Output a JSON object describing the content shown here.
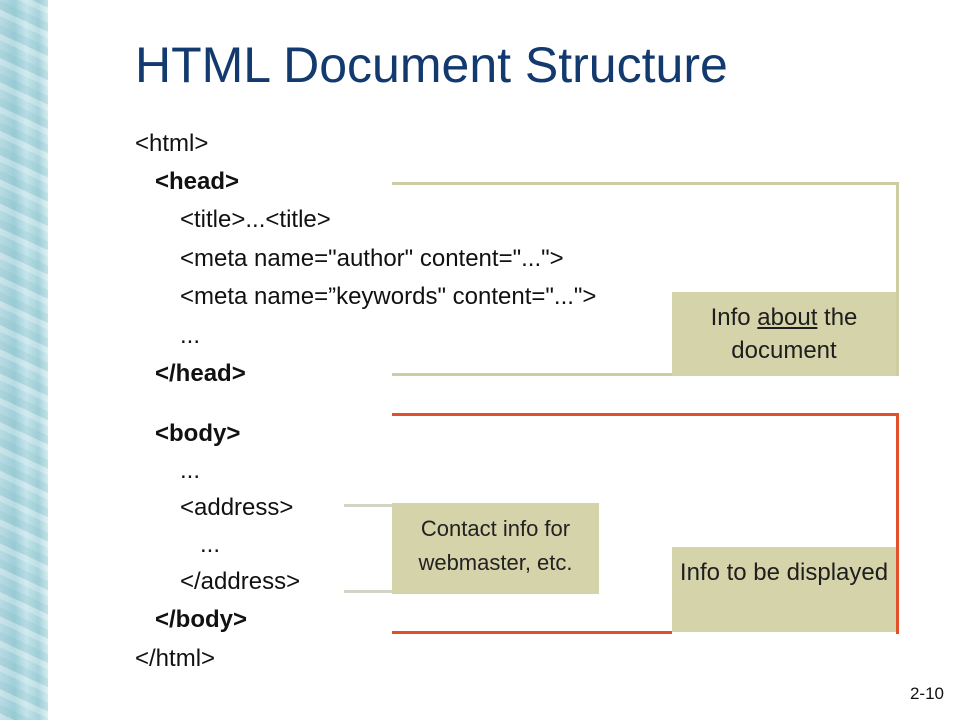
{
  "slide": {
    "title": "HTML Document Structure",
    "page_number": "2-10"
  },
  "code": {
    "html_open": "<html>",
    "head_open": "<head>",
    "title_line": "<title>...<title>",
    "meta_author": "<meta name=\"author\" content=\"...\">",
    "meta_keywords": "<meta name=”keywords\" content=\"...\">",
    "head_ellipsis": "...",
    "head_close": "</head>",
    "body_open": "<body>",
    "body_ellipsis": "...",
    "address_open": "<address>",
    "address_ellipsis": "...",
    "address_close": "</address>",
    "body_close": "</body>",
    "html_close": "</html>"
  },
  "callouts": {
    "meta_info": {
      "before": "Info ",
      "underlined": "about",
      "after": " the document"
    },
    "display_info": "Info to be displayed",
    "contact_info": "Contact info for webmaster, etc."
  },
  "colors": {
    "title": "#123a6e",
    "callout_fill": "#d5d3aa",
    "head_bracket": "#cdcca3",
    "body_bracket": "#e24f2b"
  }
}
